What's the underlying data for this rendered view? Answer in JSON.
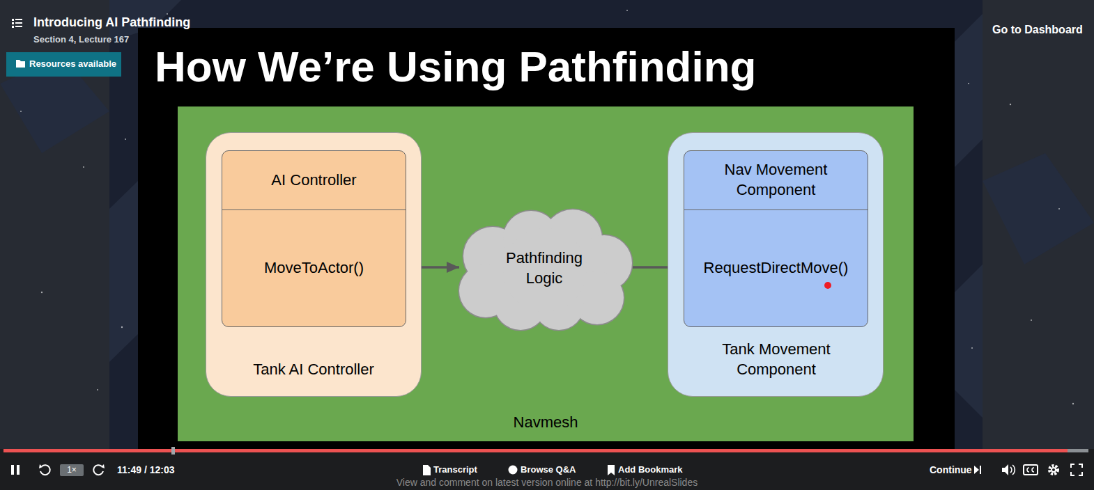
{
  "diagram": {
    "title": "How We’re Using Pathfinding",
    "nodes": [
      {
        "text": [
          "Navmesh"
        ]
      },
      {
        "text": [
          "Tank AI Controller"
        ],
        "in": 0
      },
      {
        "text": [
          "AI Controller",
          "MoveToActor()"
        ],
        "in": 1
      },
      {
        "text": [
          "Pathfinding Logic"
        ],
        "in": 0
      },
      {
        "text": [
          "Tank Movement Component"
        ],
        "in": 0
      },
      {
        "text": [
          "Nav Movement Component",
          "RequestDirectMove()"
        ],
        "in": 4
      }
    ],
    "edges": [
      {
        "from": 2,
        "to": 3,
        "arrow": "to"
      },
      {
        "from": 3,
        "to": 5,
        "arrow": "to"
      }
    ],
    "labels": [
      "Introducing AI Pathfinding",
      "Section 4, Lecture 167",
      "Resources available",
      "Go to Dashboard",
      "1×",
      "11:49 / 12:03",
      "Transcript",
      "Browse Q&A",
      "Add Bookmark",
      "Continue",
      "View and comment on latest version online at http://bit.ly/UnrealSlides"
    ]
  }
}
